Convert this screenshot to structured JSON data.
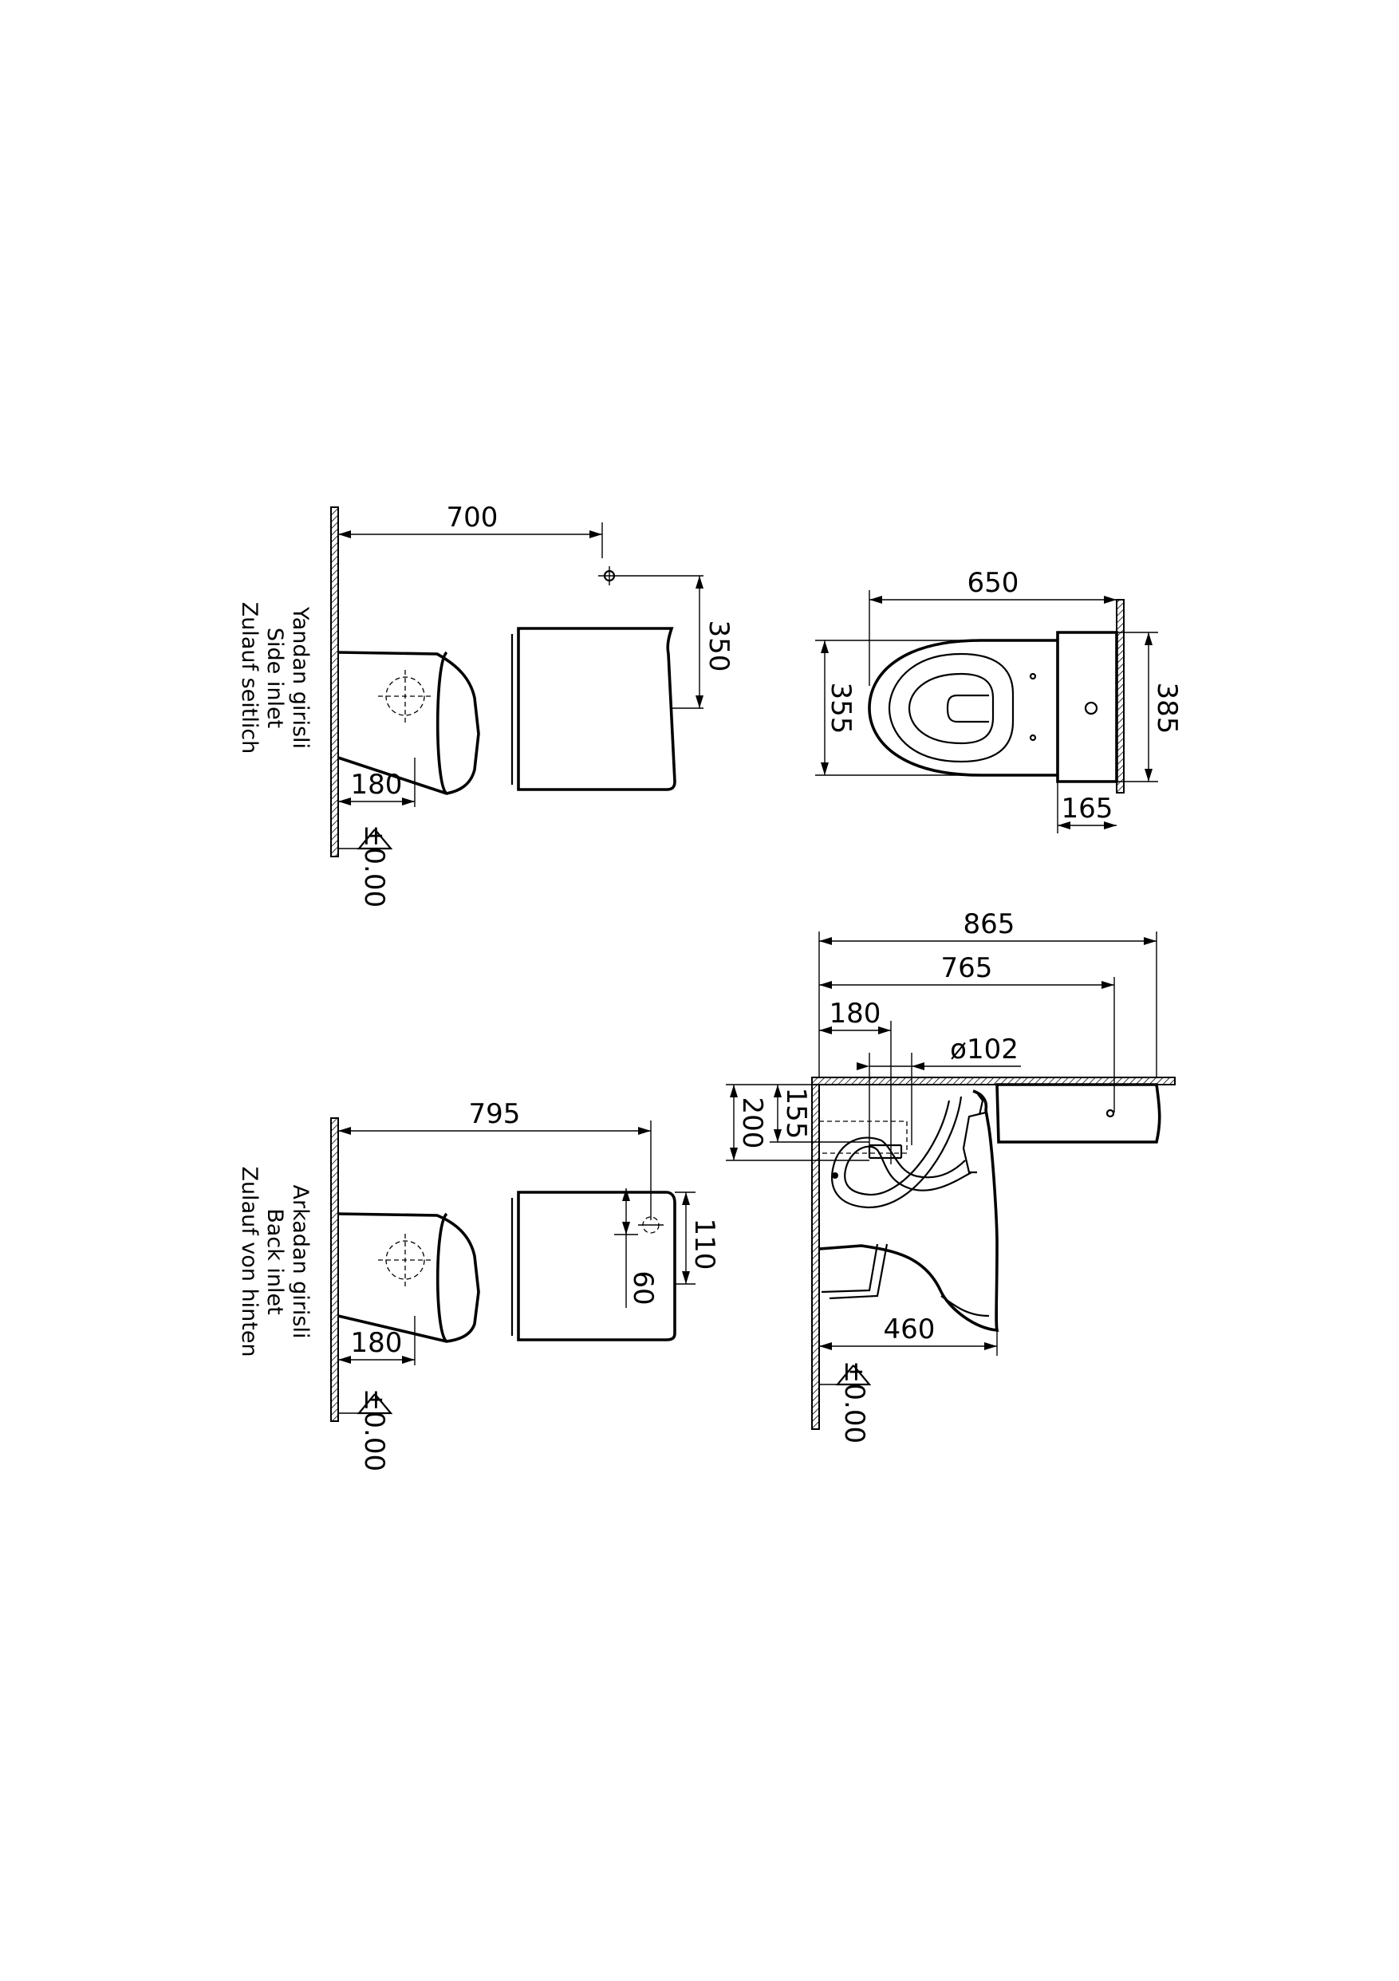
{
  "views": {
    "side_inlet": {
      "label_lines": [
        "Yandan girisli",
        "Side inlet",
        "Zulauf seitlich"
      ],
      "dim_depth": "700",
      "dim_inlet_height": "350",
      "dim_outlet": "180",
      "floor_level": "±0.00"
    },
    "top": {
      "dim_width": "650",
      "dim_bowl_width": "355",
      "dim_tank_width": "385",
      "dim_tank_depth": "165"
    },
    "back_inlet": {
      "label_lines": [
        "Arkadan girisli",
        "Back inlet",
        "Zulauf von hinten"
      ],
      "dim_depth": "795",
      "dim_inlet_a": "110",
      "dim_inlet_b": "60",
      "dim_outlet": "180",
      "floor_level": "±0.00"
    },
    "section": {
      "dim_total": "865",
      "dim_tank": "765",
      "dim_outlet": "180",
      "dim_pipe": "ø102",
      "dim_h1": "200",
      "dim_h2": "155",
      "dim_height": "460",
      "floor_level": "±0.00"
    }
  }
}
